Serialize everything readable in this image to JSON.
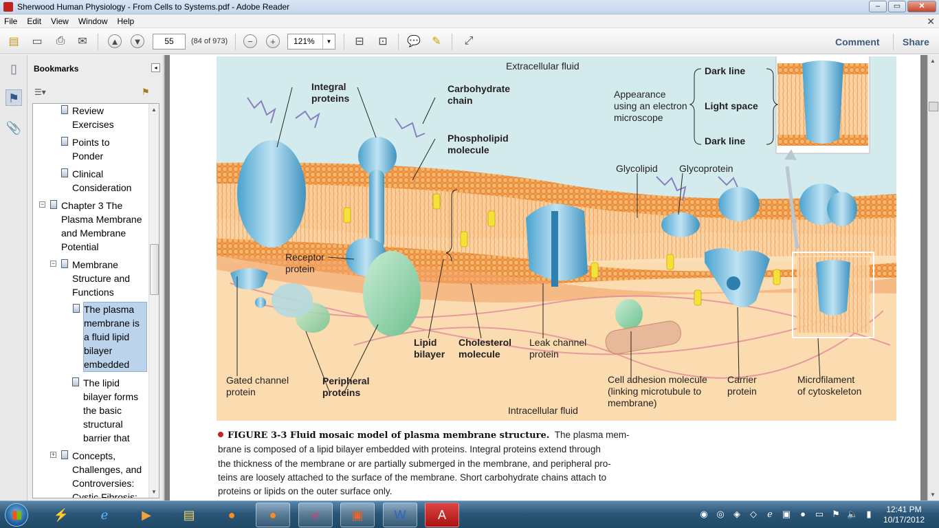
{
  "window": {
    "title": "Sherwood Human Physiology - From Cells to Systems.pdf - Adobe Reader"
  },
  "menu": [
    "File",
    "Edit",
    "View",
    "Window",
    "Help"
  ],
  "toolbar": {
    "page_number": "55",
    "page_count": "(84 of 973)",
    "zoom": "121%",
    "comment_label": "Comment",
    "share_label": "Share"
  },
  "bookmarks": {
    "title": "Bookmarks",
    "items": [
      {
        "label": "Review\nExercises"
      },
      {
        "label": "Points to\nPonder"
      },
      {
        "label": "Clinical\nConsideration"
      },
      {
        "label": "Chapter 3 The\nPlasma Membrane\nand Membrane\nPotential"
      },
      {
        "label": "Membrane\nStructure and\nFunctions"
      },
      {
        "label": "The plasma\nmembrane is\na fluid lipid\nbilayer\nembedded"
      },
      {
        "label": "The lipid\nbilayer forms\nthe basic\nstructural\nbarrier that"
      },
      {
        "label": "Concepts,\nChallenges, and\nControversies:\nCystic Fibrosis:"
      }
    ]
  },
  "figure": {
    "labels": {
      "extracellular": "Extracellular fluid",
      "intracellular": "Intracellular fluid",
      "integral": "Integral\nproteins",
      "carbohydrate": "Carbohydrate\nchain",
      "phospholipid": "Phospholipid\nmolecule",
      "appearance": "Appearance\nusing an electron\nmicroscope",
      "dark_line_top": "Dark line",
      "light_space": "Light space",
      "dark_line_bottom": "Dark line",
      "glycolipid": "Glycolipid",
      "glycoprotein": "Glycoprotein",
      "receptor": "Receptor\nprotein",
      "lipid_bilayer": "Lipid\nbilayer",
      "cholesterol": "Cholesterol\nmolecule",
      "leak_channel": "Leak channel\nprotein",
      "gated_channel": "Gated channel\nprotein",
      "peripheral": "Peripheral\nproteins",
      "cell_adhesion": "Cell adhesion molecule\n(linking microtubule to\nmembrane)",
      "carrier": "Carrier\nprotein",
      "microfilament": "Microfilament\nof cytoskeleton"
    }
  },
  "caption": {
    "figure_label": "FIGURE 3-3 Fluid mosaic model of plasma membrane structure.",
    "text": "The plasma mem-\nbrane is composed of a lipid bilayer embedded with proteins. Integral proteins extend through\nthe thickness of the membrane or are partially submerged in the membrane, and peripheral pro-\nteins are loosely attached to the surface of the membrane. Short carbohydrate chains attach to\nproteins or lipids on the outer surface only."
  },
  "taskbar": {
    "time": "12:41 PM",
    "date": "10/17/2012"
  }
}
